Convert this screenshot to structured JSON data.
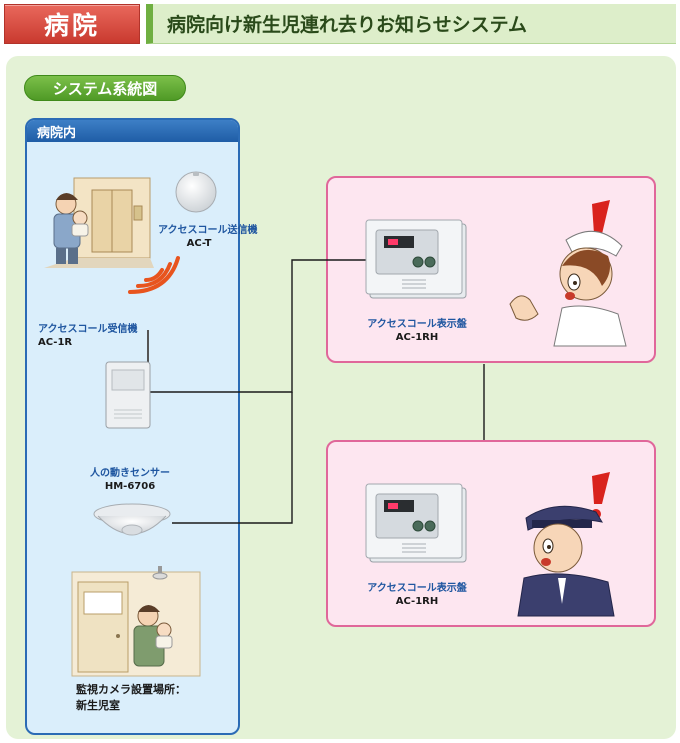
{
  "header": {
    "tag": "病院",
    "title": "病院向け新生児連れ去りお知らせシステム"
  },
  "section_pill": "システム系統図",
  "hospital_box": {
    "title": "病院内",
    "transmitter": {
      "name": "アクセスコール送信機",
      "model": "AC-T"
    },
    "receiver": {
      "name": "アクセスコール受信機",
      "model": "AC-1R"
    },
    "sensor": {
      "name": "人の動きセンサー",
      "model": "HM-6706"
    },
    "camera_location": {
      "line1": "監視カメラ設置場所：",
      "line2": "新生児室"
    }
  },
  "display_top": {
    "name": "アクセスコール表示盤",
    "model": "AC-1RH"
  },
  "display_bottom": {
    "name": "アクセスコール表示盤",
    "model": "AC-1RH"
  },
  "colors": {
    "header_tag": "#d94c40",
    "header_accent": "#6faf41",
    "panel_bg": "#e4f2d6",
    "hospital_border": "#2b6bb5",
    "alert_box_border": "#e0679a",
    "alert_box_bg": "#fde6f0",
    "signal_waves": "#e8541e",
    "exclamation": "#d9231d"
  },
  "icons": [
    "elevator-scene-icon",
    "transmitter-icon",
    "signal-waves-icon",
    "receiver-icon",
    "motion-sensor-icon",
    "nursery-room-icon",
    "display-panel-icon",
    "nurse-icon",
    "guard-icon",
    "exclamation-icon"
  ]
}
